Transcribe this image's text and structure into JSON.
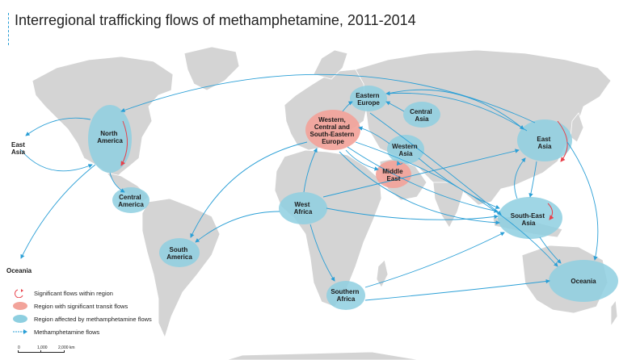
{
  "title": "Interregional trafficking flows of methamphetamine, 2011-2014",
  "colors": {
    "transit_region": "#f2a39a",
    "affected_region": "#8ecfe0",
    "flow": "#2a9fd6",
    "land": "#d4d4d4",
    "within_region_flow": "#e8404a"
  },
  "regions": {
    "north_america": [
      "North",
      "America"
    ],
    "central_america": [
      "Central",
      "America"
    ],
    "south_america": [
      "South",
      "America"
    ],
    "west_africa": [
      "West",
      "Africa"
    ],
    "southern_africa": [
      "Southern",
      "Africa"
    ],
    "eastern_europe": [
      "Eastern",
      "Europe"
    ],
    "western_europe": [
      "Western,",
      "Central and",
      "South-Eastern",
      "Europe"
    ],
    "central_asia": [
      "Central",
      "Asia"
    ],
    "western_asia": [
      "Western",
      "Asia"
    ],
    "middle_east": [
      "Middle",
      "East"
    ],
    "east_asia": [
      "East",
      "Asia"
    ],
    "south_east_asia": [
      "South-East",
      "Asia"
    ],
    "oceania": [
      "Oceania"
    ]
  },
  "edge_labels": {
    "east_asia_left": [
      "East",
      "Asia"
    ],
    "oceania_left": [
      "Oceania"
    ]
  },
  "legend": {
    "within": "Significant flows within region",
    "transit": "Region with significant transit flows",
    "affected": "Region affected by methamphetamine flows",
    "flows": "Methamphetamine flows"
  },
  "scale": {
    "labels": [
      "0",
      "1,000",
      "2,000 km"
    ]
  }
}
